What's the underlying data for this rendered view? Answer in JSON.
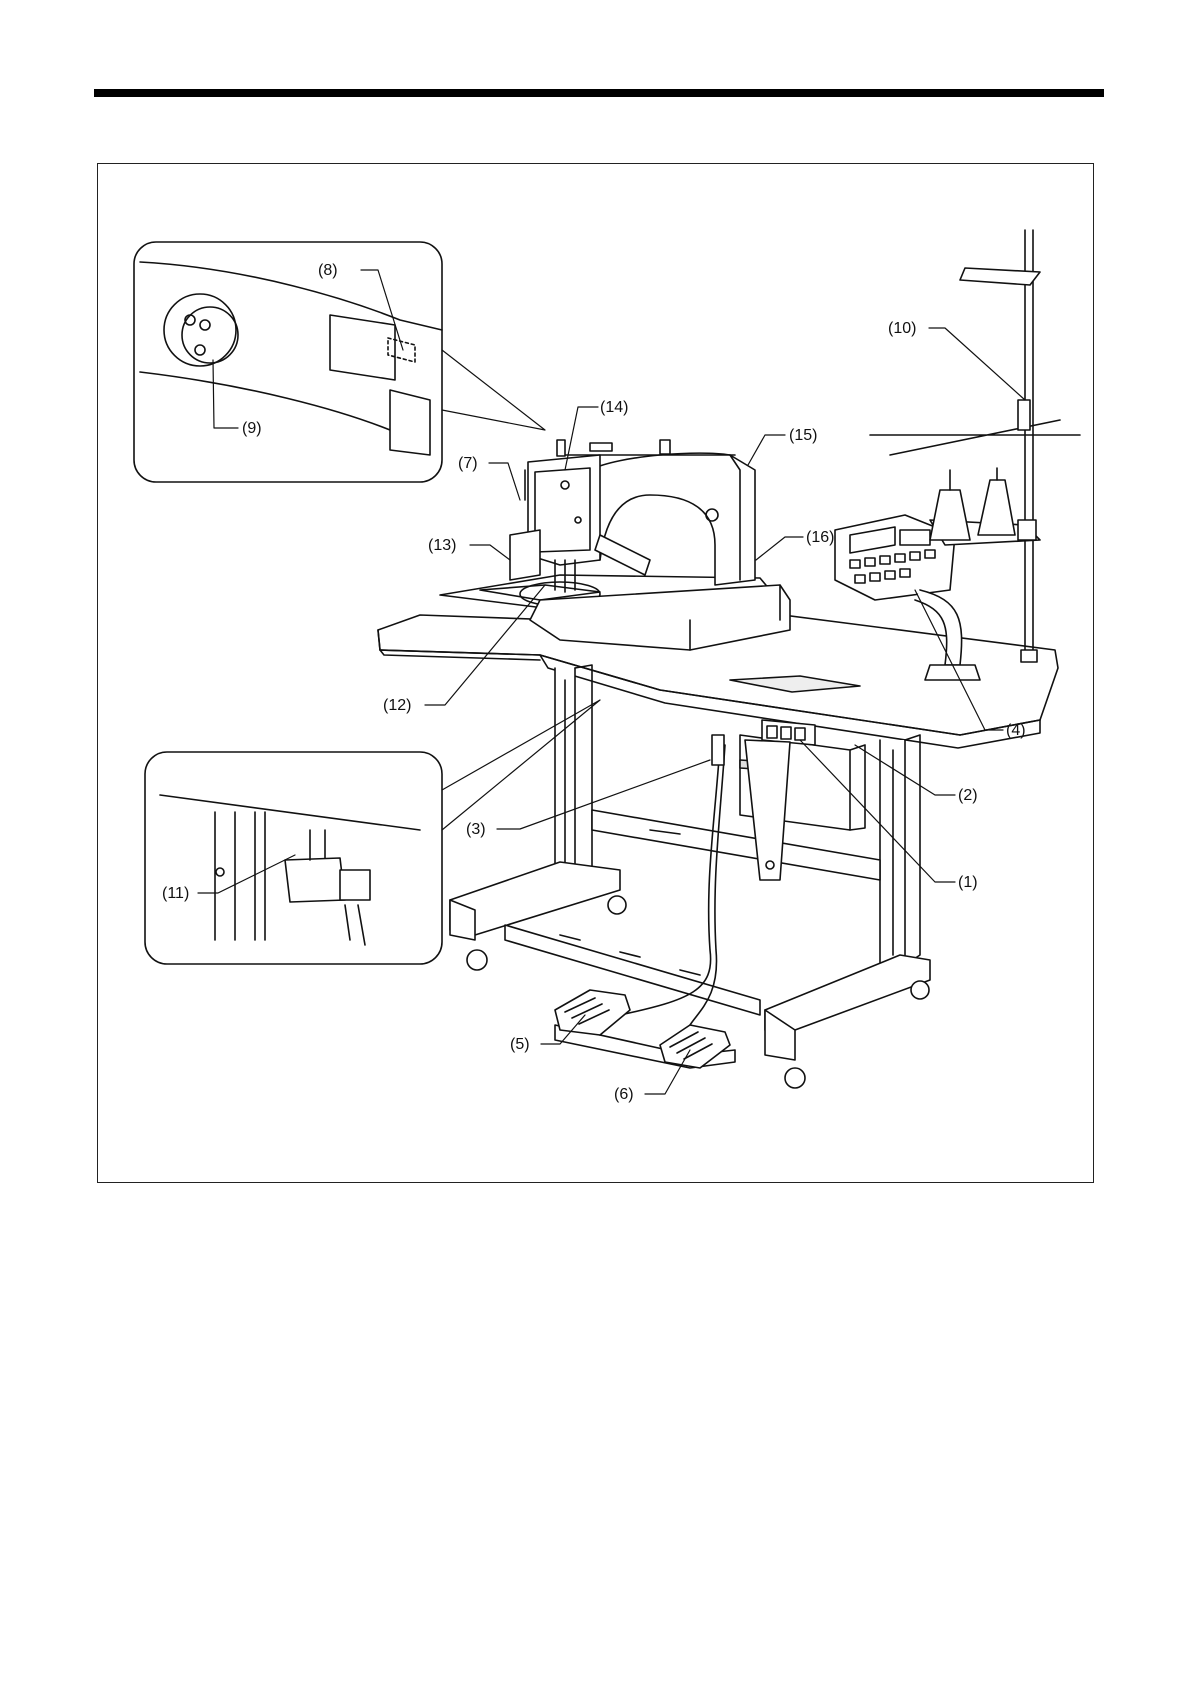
{
  "figure": {
    "callouts": [
      {
        "id": "c8",
        "text": "(8)"
      },
      {
        "id": "c9",
        "text": "(9)"
      },
      {
        "id": "c10",
        "text": "(10)"
      },
      {
        "id": "c14",
        "text": "(14)"
      },
      {
        "id": "c15",
        "text": "(15)"
      },
      {
        "id": "c7",
        "text": "(7)"
      },
      {
        "id": "c13",
        "text": "(13)"
      },
      {
        "id": "c16",
        "text": "(16)"
      },
      {
        "id": "c12",
        "text": "(12)"
      },
      {
        "id": "c4",
        "text": "(4)"
      },
      {
        "id": "c2",
        "text": "(2)"
      },
      {
        "id": "c3",
        "text": "(3)"
      },
      {
        "id": "c1",
        "text": "(1)"
      },
      {
        "id": "c11",
        "text": "(11)"
      },
      {
        "id": "c5",
        "text": "(5)"
      },
      {
        "id": "c6",
        "text": "(6)"
      }
    ]
  },
  "colors": {
    "ink": "#111111",
    "paper": "#ffffff",
    "shade": "#d9d9d9"
  }
}
